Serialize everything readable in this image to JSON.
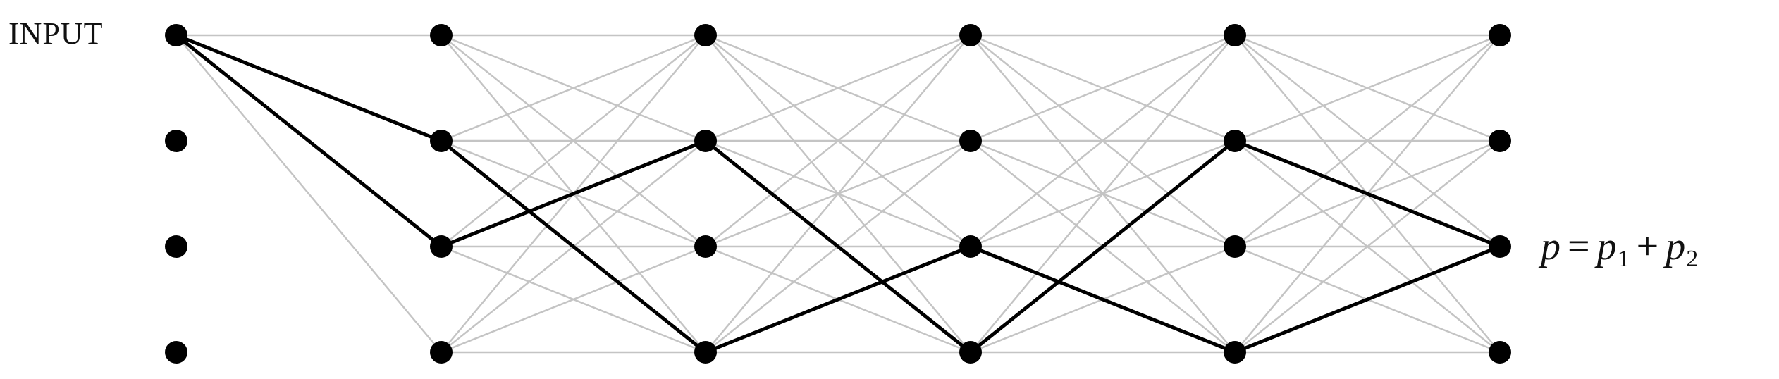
{
  "input_label": "INPUT",
  "output_formula": {
    "p": "p",
    "eq": "=",
    "p1_base": "p",
    "p1_sub": "1",
    "plus": "+",
    "p2_base": "p",
    "p2_sub": "2"
  },
  "network": {
    "layer_count": 6,
    "nodes_per_layer": 4,
    "input_source_node": 0,
    "input_edges_to": [
      0,
      1,
      2,
      3
    ],
    "highlighted_edges": [
      {
        "from_layer": 0,
        "from_node": 0,
        "to_node": 1
      },
      {
        "from_layer": 0,
        "from_node": 0,
        "to_node": 2
      },
      {
        "from_layer": 1,
        "from_node": 1,
        "to_node": 3
      },
      {
        "from_layer": 1,
        "from_node": 2,
        "to_node": 1
      },
      {
        "from_layer": 2,
        "from_node": 1,
        "to_node": 3
      },
      {
        "from_layer": 2,
        "from_node": 3,
        "to_node": 2
      },
      {
        "from_layer": 3,
        "from_node": 2,
        "to_node": 3
      },
      {
        "from_layer": 3,
        "from_node": 3,
        "to_node": 1
      },
      {
        "from_layer": 4,
        "from_node": 1,
        "to_node": 2
      },
      {
        "from_layer": 4,
        "from_node": 3,
        "to_node": 2
      }
    ]
  },
  "colors": {
    "node": "#000000",
    "edge": "#c4c4c4",
    "highlight": "#000000",
    "text": "#111111"
  }
}
